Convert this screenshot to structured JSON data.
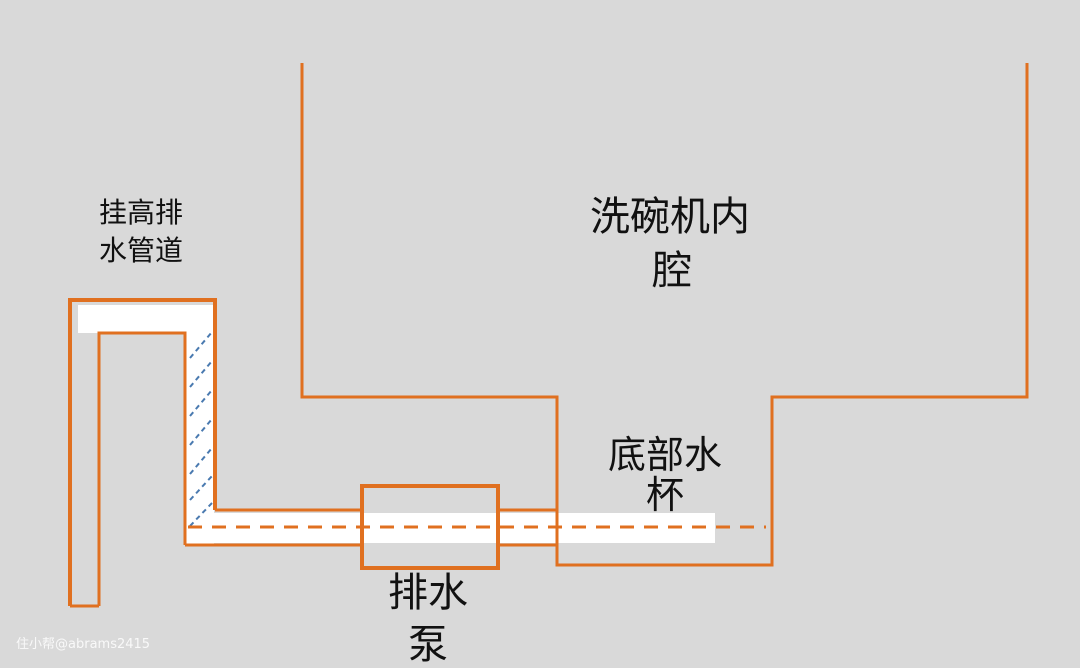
{
  "labels": {
    "hanging_pipe": [
      "挂高排",
      "水管道"
    ],
    "dishwasher_cavity": [
      "洗碗机内",
      "腔"
    ],
    "bottom_sump": [
      "底部水",
      "杯"
    ],
    "drain_pump": [
      "排水",
      "泵"
    ]
  },
  "watermark": "住小帮@abrams2415",
  "colors": {
    "outline": "#e07020",
    "water": "#ffffff",
    "water_level": "#4a7ab0",
    "background": "#d9d9d9"
  }
}
